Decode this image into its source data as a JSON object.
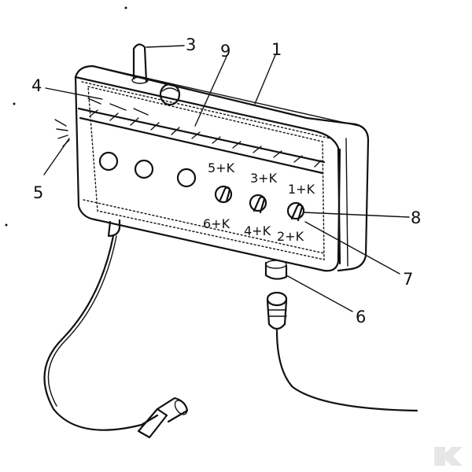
{
  "callouts": {
    "c1": "1",
    "c2": "8",
    "c3": "3",
    "c4": "4",
    "c5": "5",
    "c6": "6",
    "c7": "7",
    "c9": "9"
  },
  "switch_labels": {
    "s1_top": "5+K",
    "s1_bottom": "6+K",
    "s2_top": "3+K",
    "s2_bottom": "4+K",
    "s3_top": "1+K",
    "s3_bottom": "2+K"
  },
  "colors": {
    "ink": "#111111",
    "paper": "#ffffff",
    "watermark": "#e6e6e6"
  },
  "watermark_logo": "K"
}
